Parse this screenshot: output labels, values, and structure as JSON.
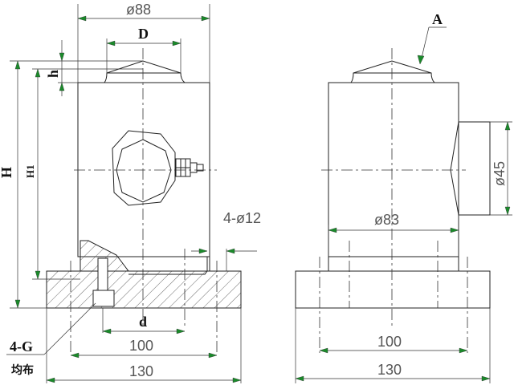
{
  "dims": {
    "phi88": "ø88",
    "D": "D",
    "h": "h",
    "H": "H",
    "H1": "H1",
    "hole": "4-ø12",
    "d": "d",
    "w100": "100",
    "w130": "130",
    "phi83": "ø83",
    "phi45": "ø45",
    "A": "A"
  },
  "notes": {
    "thread": "4-G",
    "uniform": "均布"
  },
  "colors": {
    "arrow": "#1a8a2a"
  }
}
